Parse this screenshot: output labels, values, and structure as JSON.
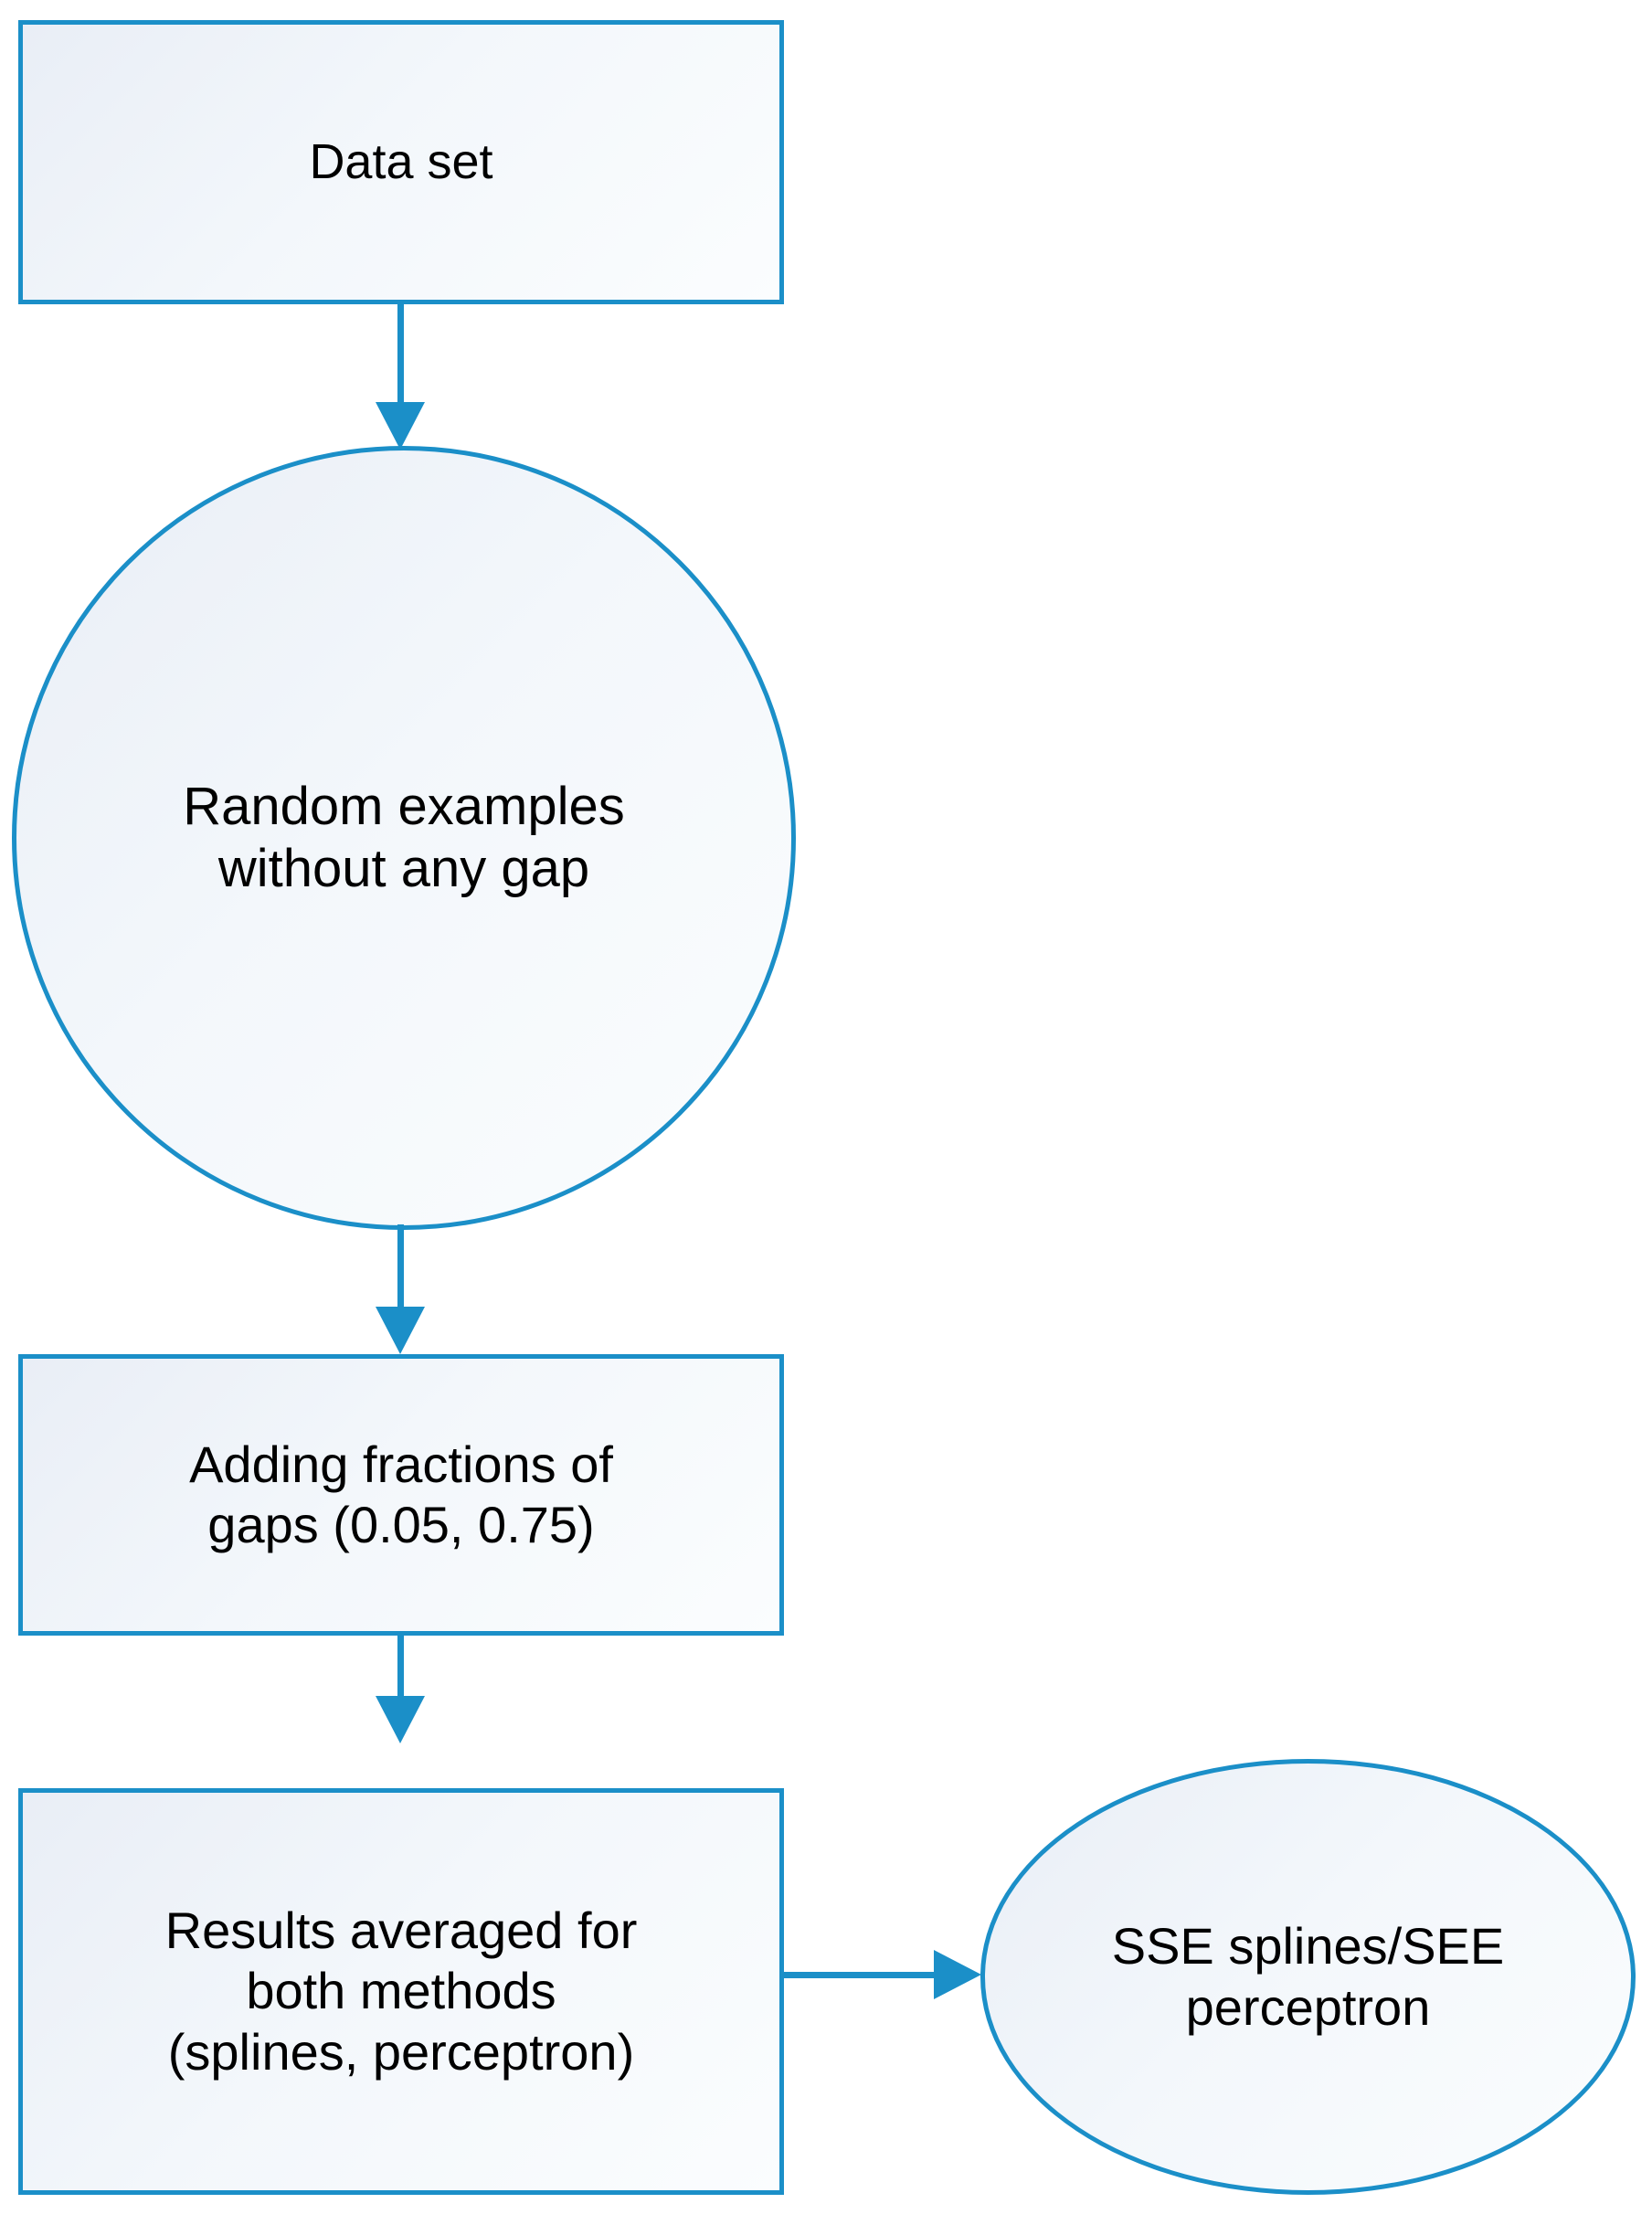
{
  "diagram": {
    "title": "Experiment workflow flowchart",
    "accent_color": "#1b8fc8",
    "fill_color": "#f3f7fb",
    "text_color": "#000000",
    "background_color": "#ffffff"
  },
  "nodes": [
    {
      "id": "dataset",
      "shape": "rectangle",
      "label": "Data set"
    },
    {
      "id": "random",
      "shape": "circle",
      "label": "Random examples\nwithout any gap"
    },
    {
      "id": "adding",
      "shape": "rectangle",
      "label": "Adding fractions of\ngaps (0.05, 0.75)"
    },
    {
      "id": "results",
      "shape": "rectangle",
      "label": "Results averaged for\nboth methods\n(splines, perceptron)"
    },
    {
      "id": "sse",
      "shape": "ellipse",
      "label": "SSE splines/SEE\nperceptron"
    }
  ],
  "edges": [
    {
      "id": "edge-dataset-random",
      "from": "dataset",
      "to": "random",
      "direction": "down",
      "label": ""
    },
    {
      "id": "edge-random-adding",
      "from": "random",
      "to": "adding",
      "direction": "down",
      "label": ""
    },
    {
      "id": "edge-adding-results",
      "from": "adding",
      "to": "results",
      "direction": "down",
      "label": ""
    },
    {
      "id": "edge-results-sse",
      "from": "results",
      "to": "sse",
      "direction": "right",
      "label": ""
    }
  ]
}
